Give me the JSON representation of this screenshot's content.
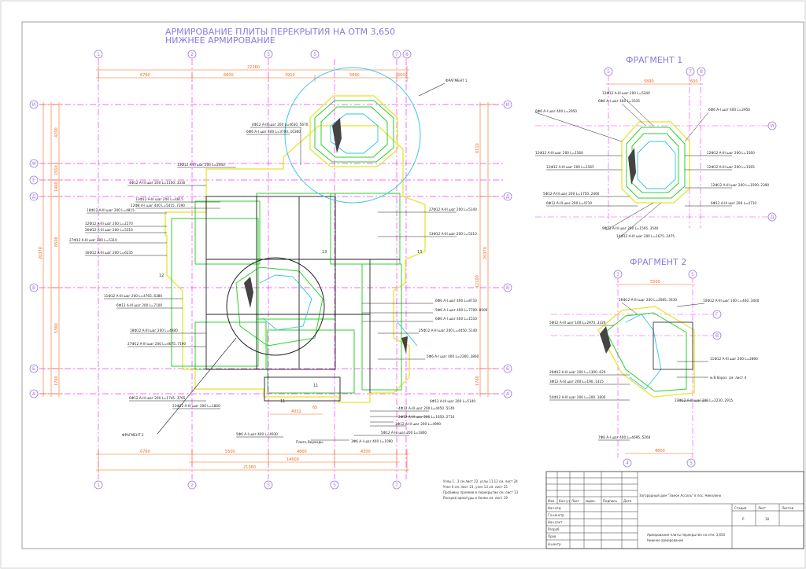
{
  "drawing": {
    "title_line1": "АРМИРОВАНИЕ ПЛИТЫ ПЕРЕКРЫТИЯ НА ОТМ 3,650",
    "title_line2": "НИЖНЕЕ АРМИРОВАНИЕ",
    "fragment1_title": "ФРАГМЕНТ 1",
    "fragment2_title": "ФРАГМЕНТ 2",
    "fragment1_callout": "ФРАГМЕНТ 1",
    "fragment2_callout": "ФРАГМЕНТ 2"
  },
  "main_plan": {
    "axes_top": [
      "1",
      "2",
      "3",
      "5",
      "7",
      "8"
    ],
    "axes_left": [
      "И",
      "Ж",
      "Е",
      "Д",
      "В",
      "Б",
      "А"
    ],
    "dims_top": [
      "6760",
      "6800",
      "3910",
      "5890",
      "600"
    ],
    "dim_top_total": "22360",
    "dims_bottom": [
      "6760",
      "5500",
      "4800",
      "4300"
    ],
    "dim_bottom_row2": "14600",
    "dim_bottom_total": "21360",
    "dims_left": [
      "4200",
      "1910",
      "1460",
      "6500",
      "5360",
      "1760"
    ],
    "dim_left_total": "20370",
    "dims_right": [
      "6110",
      "12100",
      "1760"
    ],
    "dim_right_total": "20370",
    "dim_inner": [
      "4032",
      "65"
    ],
    "stair_label": "Плита Веранды",
    "marks": [
      "11",
      "11",
      "12",
      "13",
      "13"
    ]
  },
  "rebar_labels_left": [
    "4Ф12 А-III шаг 200 L=4630..5670",
    "6Ф6 А-I шаг 400 L=3700..10360",
    "13Ф12 А-III шаг 200 L=2440",
    "4Ф12 А-III шаг 200 L=1100..3330",
    "13Ф12 А-III шаг 200 L=4815",
    "12Ф8 А-I шаг 400 L=5415..7290",
    "18Ф12 А-III шаг 200 L=4815",
    "12Ф12 А-III шаг 200 L=2270",
    "26Ф12 А-III шаг 200 L=5310",
    "27Ф12 А-III шаг 200 L=5310",
    "16Ф12 А-III шаг 200 L=6235",
    "11Ф12 А-III шаг 200 L=4765..6380",
    "6Ф12 А-III шаг 200 L=7100",
    "18Ф12 А-III шаг 200 L=4980",
    "27Ф12 А-III шаг 200 L=4675..7190",
    "6Ф12 А-III шаг 200 L=1745..3765",
    "21Ф12 А-III шаг 200 L=1800"
  ],
  "rebar_labels_right": [
    "27Ф12 А-III шаг 200 L=5140",
    "13Ф12 А-III шаг 200 L=5310",
    "6Ф6 А-I шаг 400 L=8710",
    "5Ф6 А-I шаг 400 L=7700..8500",
    "6Ф6 А-I шаг 400 L=1510",
    "25Ф12 А-III шаг 200 L=4450..5140",
    "5Ф6 А-I шаг 400 L=2260..3860",
    "6Ф12 А-III шаг 200 L=5140",
    "4Ф12 А-III шаг 200 L=4450..5140",
    "2Ф12 А-III шаг 200 L=1650..2710",
    "3Ф12 А-III шаг 200 L=4990",
    "5Ф12 А-III шаг 200 L=1800",
    "3Ф6 А-I шаг 400 L=1090",
    "5Ф6 А-I шаг 400 L=4930"
  ],
  "fragment1": {
    "axes_top": [
      "5",
      "7",
      "8"
    ],
    "axes_right": [
      "И",
      "Д"
    ],
    "dims": [
      "5890",
      "600"
    ],
    "labels_left": [
      "6Ф6 А-I шаг 400 L=2950",
      "12Ф12 А-III шаг 200 L=1560",
      "12Ф12 А-III шаг 200 L=1565",
      "5Ф12 А-III шаг 200 L=1750..2460",
      "6Ф12 А-III шаг 200 L=4710"
    ],
    "labels_top": [
      "13Ф12 А-III шаг 200 L=5340",
      "6Ф6 А-I шаг 400 L=3335"
    ],
    "labels_right": [
      "6Ф6 А-I шаг 400 L=2950",
      "12Ф12 А-III шаг 200 L=1560",
      "12Ф12 А-III шаг 200 L=1565",
      "12Ф12 А-III шаг 200 L=1590..2390",
      "6Ф12 А-III шаг 200 L=4710"
    ],
    "labels_bottom": [
      "9Ф12 А-III шаг 200 L=1565..3540",
      "14Ф12 А-III шаг 200 L=1675..2475"
    ]
  },
  "fragment2": {
    "axes_top": [
      "3",
      "5"
    ],
    "axes_right": [
      "Г",
      "В"
    ],
    "axes_bottom": [
      "4",
      "5"
    ],
    "dim_top": "5500",
    "dim_bottom": "4800",
    "labels_left": [
      "5Ф12 А-III шаг 100 L=2970..3320",
      "26Ф12 А-III шаг 200 L=1300..620",
      "3Ф12 А-III шаг 200 L=190..1415",
      "54Ф12 А-III шаг 200 L=200..1800",
      "7Ф6 А-I шаг 400 L=4695..5260"
    ],
    "labels_top": [
      "26Ф12 А-III шаг 200 L=2085..3430"
    ],
    "labels_right": [
      "10Ф12 А-III шаг 100 L=440..3440",
      "11Ф12 А-III шаг 200 L=2860",
      "м.В бороз. см. лист 4",
      "27Ф12 А-III шаг 200 L=2230..2915"
    ]
  },
  "notes": [
    "Узлы 1...3 см.лист 22, узлы 11,12 см. лист 24",
    "Узел 6 см. лист 23, узел 13 см. лист 25",
    "Пробивку проемов в перекрытии см. лист 13",
    "Раскрой арматуры и балки см. лист 19"
  ],
  "title_block": {
    "headers": [
      "Изм.",
      "Кол.уч",
      "Лист",
      "№док.",
      "Подпись",
      "Дата"
    ],
    "roles": [
      "Нач.отд",
      "Гл.констр",
      "Нач.сект",
      "Разраб.",
      "Пров.",
      "Н.контр"
    ],
    "project": "Загородный дом \"Замок Ассоль\" в пос. Николино",
    "sheet_name_line1": "Армирование плиты перекрытия на отм. 3,650",
    "sheet_name_line2": "Нижнее армирование",
    "col_stage": "Стадия",
    "col_sheet": "Лист",
    "col_sheets": "Листов",
    "stage_value": "Р",
    "sheet_value": "18"
  },
  "colors": {
    "axis": "#ff33ff",
    "dimension": "#ee6a20",
    "title": "#8a7ae0",
    "rebar_green": "#2dd02d",
    "rebar_yellow": "#e8e84a",
    "beam_cyan": "#2dc7d8",
    "callout_circle": "#39c8e6",
    "text": "#222222"
  }
}
